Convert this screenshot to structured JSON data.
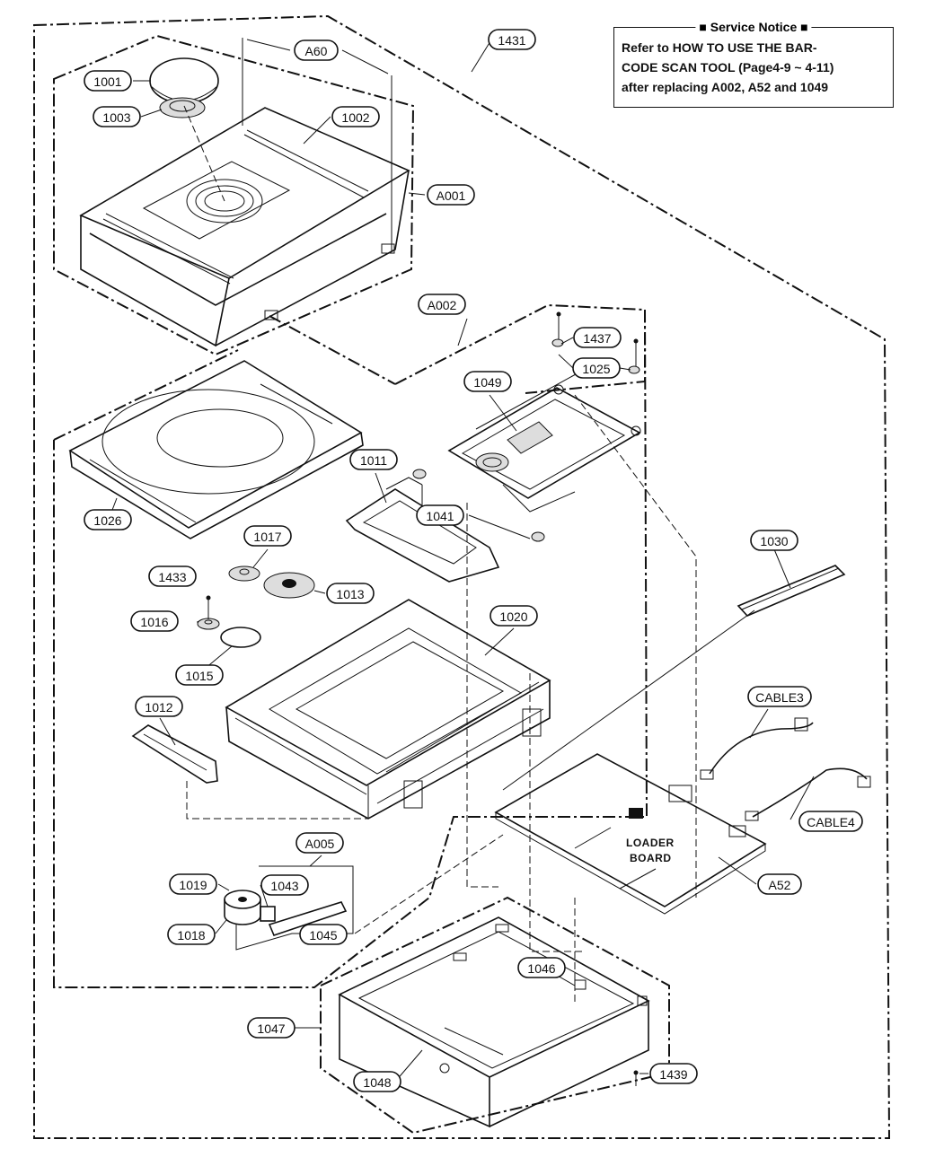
{
  "service_notice": {
    "title": "■ Service Notice ■",
    "lines": [
      "Refer to HOW TO USE THE BAR-",
      "CODE SCAN TOOL (Page4-9 ~ 4-11)",
      "after replacing A002, A52 and 1049"
    ]
  },
  "board_text": {
    "line1": "LOADER",
    "line2": "BOARD"
  },
  "callouts": [
    "A60",
    "1431",
    "1001",
    "1003",
    "1002",
    "A001",
    "A002",
    "1437",
    "1025",
    "1049",
    "1026",
    "1011",
    "1041",
    "1017",
    "1433",
    "1013",
    "1016",
    "1015",
    "1020",
    "1030",
    "1012",
    "CABLE3",
    "CABLE4",
    "A005",
    "1019",
    "1043",
    "1018",
    "1045",
    "A52",
    "1046",
    "1047",
    "1048",
    "1439"
  ]
}
